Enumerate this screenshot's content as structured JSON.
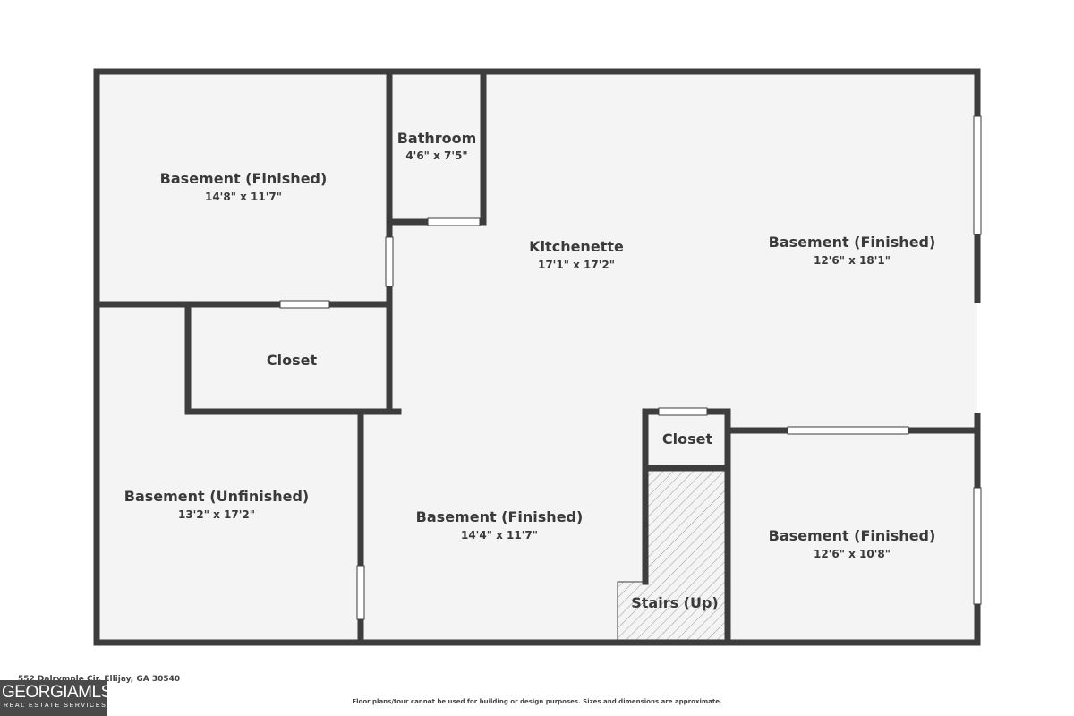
{
  "rooms": {
    "basement_finished_nw": {
      "name": "Basement (Finished)",
      "dims": "14'8\" x 11'7\""
    },
    "bathroom": {
      "name": "Bathroom",
      "dims": "4'6\" x 7'5\""
    },
    "kitchenette": {
      "name": "Kitchenette",
      "dims": "17'1\" x 17'2\""
    },
    "basement_finished_ne": {
      "name": "Basement (Finished)",
      "dims": "12'6\" x 18'1\""
    },
    "closet_left": {
      "name": "Closet"
    },
    "closet_right": {
      "name": "Closet"
    },
    "basement_unfinished": {
      "name": "Basement (Unfinished)",
      "dims": "13'2\" x 17'2\""
    },
    "basement_finished_center": {
      "name": "Basement (Finished)",
      "dims": "14'4\" x 11'7\""
    },
    "stairs": {
      "name": "Stairs (Up)"
    },
    "basement_finished_se": {
      "name": "Basement (Finished)",
      "dims": "12'6\" x 10'8\""
    }
  },
  "footer": {
    "address": "552 Dalrymple Cir, Ellijay, GA 30540",
    "disclaimer": "Floor plans/tour cannot be used for building or design purposes. Sizes and dimensions are approximate.",
    "logo_main": "GEORGIAMLS",
    "logo_sub": "REAL ESTATE SERVICES"
  },
  "colors": {
    "wall": "#3d3d3d",
    "floor": "#f4f4f4",
    "text": "#3a3a3a"
  }
}
